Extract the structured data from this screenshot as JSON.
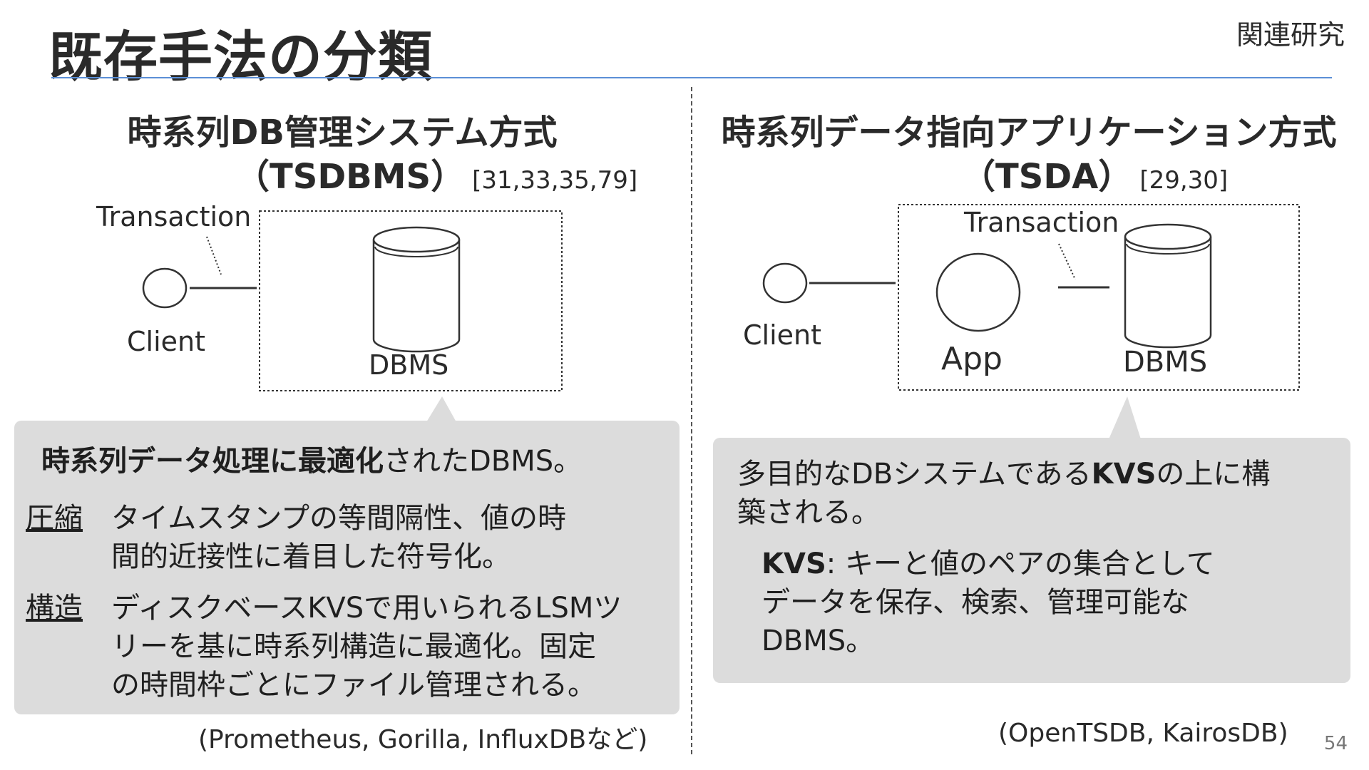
{
  "slide": {
    "title": "既存手法の分類",
    "section_label": "関連研究",
    "page_number": "54"
  },
  "left": {
    "heading_line1": "時系列DB管理システム方式",
    "heading_line2": "（TSDBMS）",
    "refs": "[31,33,35,79]",
    "diagram": {
      "transaction_label": "Transaction",
      "client_label": "Client",
      "dbms_label": "DBMS"
    },
    "callout": {
      "lead_bold1": "時系列データ処理に最適化",
      "lead_rest": "されたDBMS。",
      "compression_term": "圧縮",
      "compression_line1": "タイムスタンプの等間隔性、値の時",
      "compression_line2": "間的近接性に着目した符号化。",
      "structure_term": "構造",
      "structure_line1": "ディスクベースKVSで用いられるLSMツ",
      "structure_line2": "リーを基に時系列構造に最適化。固定",
      "structure_line3": "の時間枠ごとにファイル管理される。"
    },
    "examples": "(Prometheus, Gorilla, InfluxDBなど)"
  },
  "right": {
    "heading_line1": "時系列データ指向アプリケーション方式",
    "heading_line2": "（TSDA）",
    "refs": "[29,30]",
    "diagram": {
      "transaction_label": "Transaction",
      "client_label": "Client",
      "app_label": "App",
      "dbms_label": "DBMS"
    },
    "callout": {
      "line1_pre": "多目的なDBシステムである",
      "line1_bold": "KVS",
      "line1_post": "の上に構",
      "line2": "築される。",
      "kvs_term": "KVS",
      "kvs_line1": ": キーと値のペアの集合として",
      "kvs_line2": "データを保存、検索、管理可能な",
      "kvs_line3": "DBMS。"
    },
    "examples": "(OpenTSDB, KairosDB)"
  },
  "colors": {
    "title_rule": "#5b8fd6",
    "callout_bg": "#dcdcdc"
  }
}
